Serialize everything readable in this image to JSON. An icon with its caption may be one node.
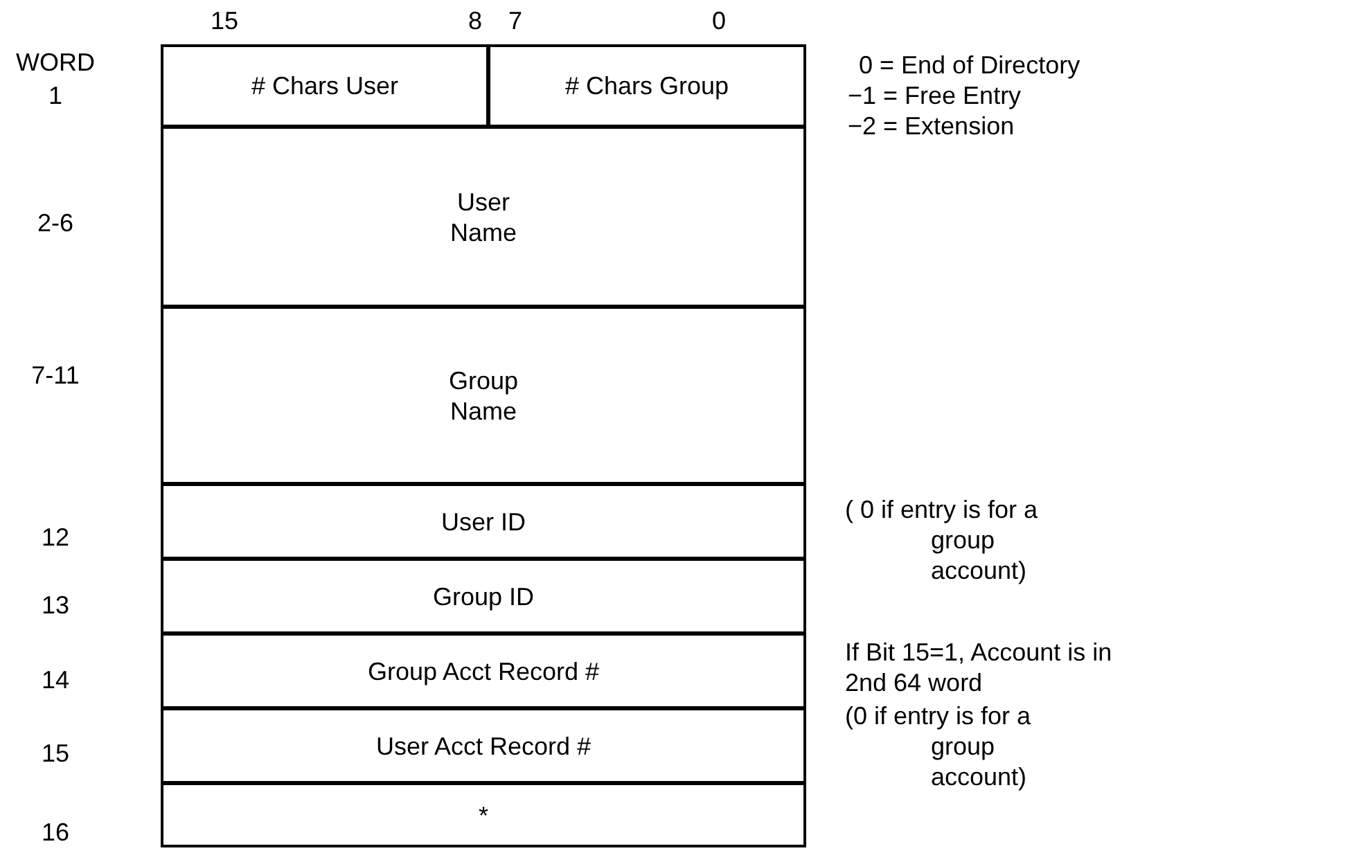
{
  "diagram": {
    "nodes": [
      {
        "text": [
          "# Chars User"
        ]
      },
      {
        "text": [
          "# Chars Group"
        ]
      },
      {
        "text": [
          "User Name"
        ]
      },
      {
        "text": [
          "Group Name"
        ]
      },
      {
        "text": [
          "User ID"
        ]
      },
      {
        "text": [
          "Group ID"
        ]
      },
      {
        "text": [
          "Group Acct Record #"
        ]
      },
      {
        "text": [
          "User Acct Record #"
        ]
      },
      {
        "text": [
          "*"
        ]
      }
    ],
    "labels": [
      "15",
      "8",
      "7",
      "0",
      "WORD",
      "1",
      "0 = End of Directory",
      "−1 = Free Entry",
      "−2 = Extension",
      "2-6",
      "7-11",
      "12",
      "( 0 if entry is for a group account)",
      "13",
      "14",
      "If Bit 15=1, Account is in 2nd 64 word",
      "15",
      "(0 if entry is for a group account)",
      "16"
    ]
  }
}
